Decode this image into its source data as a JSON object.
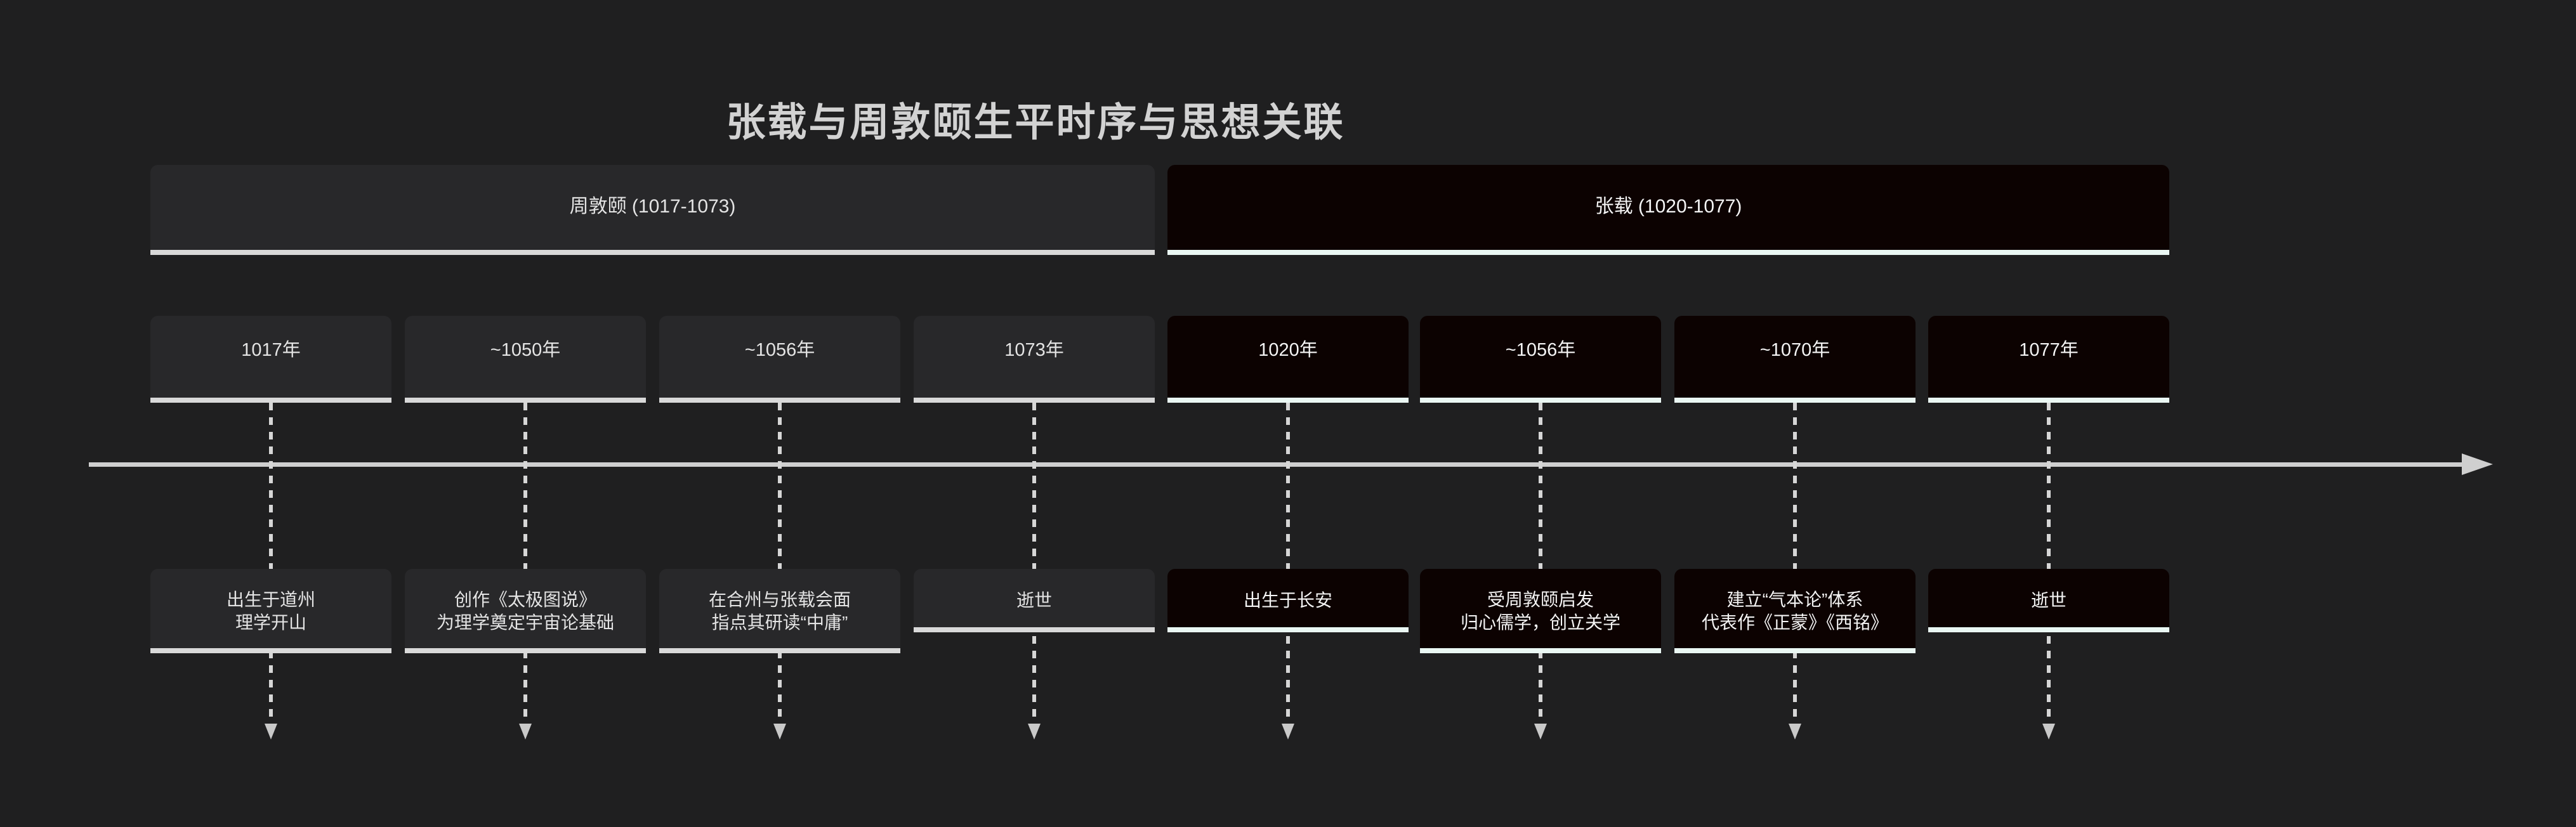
{
  "title": "张载与周敦颐生平时序与思想关联",
  "sections": [
    {
      "id": "zhou-dunyi",
      "label": "周敦颐 (1017-1073)"
    },
    {
      "id": "zhang-zai",
      "label": "张载 (1020-1077)"
    }
  ],
  "columns": [
    {
      "section": "zhou-dunyi",
      "year": "1017年",
      "desc": [
        "出生于道州",
        "理学开山"
      ]
    },
    {
      "section": "zhou-dunyi",
      "year": "~1050年",
      "desc": [
        "创作《太极图说》",
        "为理学奠定宇宙论基础"
      ]
    },
    {
      "section": "zhou-dunyi",
      "year": "~1056年",
      "desc": [
        "在合州与张载会面",
        "指点其研读“中庸”"
      ]
    },
    {
      "section": "zhou-dunyi",
      "year": "1073年",
      "desc": [
        "逝世"
      ]
    },
    {
      "section": "zhang-zai",
      "year": "1020年",
      "desc": [
        "出生于长安"
      ]
    },
    {
      "section": "zhang-zai",
      "year": "~1056年",
      "desc": [
        "受周敦颐启发",
        "归心儒学，创立关学"
      ]
    },
    {
      "section": "zhang-zai",
      "year": "~1070年",
      "desc": [
        "建立“气本论”体系",
        "代表作《正蒙》《西铭》"
      ]
    },
    {
      "section": "zhang-zai",
      "year": "1077年",
      "desc": [
        "逝世"
      ]
    }
  ],
  "colors": {
    "background": "#1f1f20",
    "zhou_section_fill": "#28282a",
    "zhou_section_border": "#d9d9d9",
    "zhang_section_fill": "#0c0201",
    "zhang_section_border": "#eaf7f3",
    "axis_arrow": "#cfcfcf",
    "connector_dash": "#d6d6d6",
    "title_text": "#d2d2d2"
  }
}
